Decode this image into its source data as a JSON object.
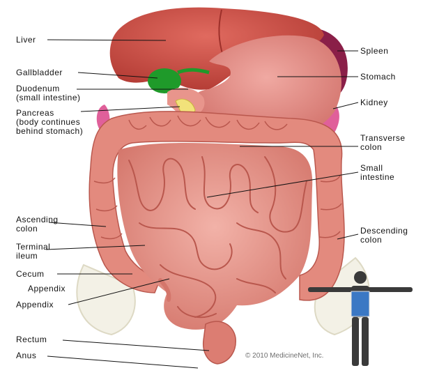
{
  "labels": {
    "liver": "Liver",
    "gallbladder": "Gallbladder",
    "duodenum": "Duodenum\n(small intestine)",
    "pancreas": "Pancreas\n(body continues\nbehind stomach)",
    "ascending_colon": "Ascending\ncolon",
    "terminal_ileum": "Terminal\nileum",
    "cecum": "Cecum",
    "appendix_1": "Appendix",
    "appendix_2": "Appendix",
    "rectum": "Rectum",
    "anus": "Anus",
    "spleen": "Spleen",
    "stomach": "Stomach",
    "kidney": "Kidney",
    "transverse_colon": "Transverse\ncolon",
    "small_intestine": "Small\nintestine",
    "descending_colon": "Descending\ncolon"
  },
  "credit": "© 2010 MedicineNet, Inc.",
  "colors": {
    "liver": "#c8453d",
    "stomach": "#e08a86",
    "gallbladder": "#1f9a2a",
    "spleen": "#8a1f48",
    "kidney": "#e0609a",
    "pancreas": "#f2e27a",
    "intestine": "#e79488",
    "intestine_shadow": "#b9574d",
    "colon": "#e38a7e",
    "body_fill": "#3b78c4"
  }
}
